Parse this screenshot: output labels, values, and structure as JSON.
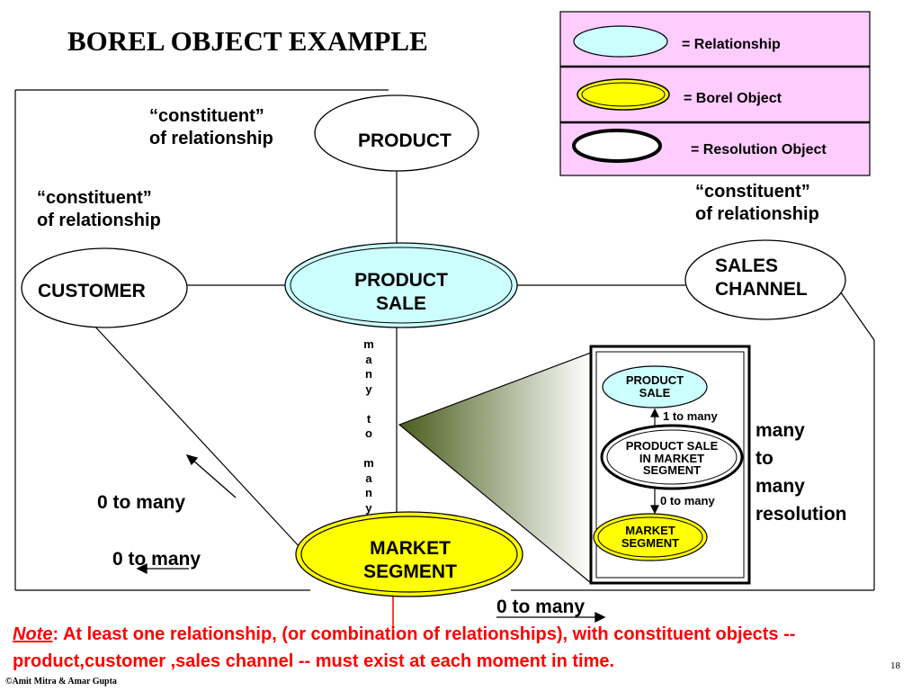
{
  "title": "BOREL OBJECT EXAMPLE",
  "legend": {
    "relationship": "= Relationship",
    "borel_object": "= Borel Object",
    "resolution_object": "= Resolution Object"
  },
  "colors": {
    "relationship_fill": "#ccffff",
    "borel_fill": "#ffff00",
    "legend_bg": "#ffccff",
    "note_text": "#ff0000",
    "arrow": "#ff0000"
  },
  "nodes": {
    "product": "PRODUCT",
    "customer": "CUSTOMER",
    "sales_channel_line1": "SALES",
    "sales_channel_line2": "CHANNEL",
    "product_sale_line1": "PRODUCT",
    "product_sale_line2": "SALE",
    "market_segment_line1": "MARKET",
    "market_segment_line2": "SEGMENT"
  },
  "constituent_labels": {
    "top_line1": "“constituent”",
    "top_line2": "of relationship",
    "left_line1": "“constituent”",
    "left_line2": "of relationship",
    "right_line1": "“constituent”",
    "right_line2": "of relationship"
  },
  "cardinality": {
    "left_upper": "0 to many",
    "left_lower": "0 to many",
    "bottom": "0 to many",
    "vertical_letters": [
      "m",
      "a",
      "n",
      "y",
      "",
      "t",
      "o",
      "",
      "m",
      "a",
      "n",
      "y"
    ]
  },
  "resolution_panel": {
    "product_sale_line1": "PRODUCT",
    "product_sale_line2": "SALE",
    "one_to_many": "1 to many",
    "psims_line1": "PRODUCT SALE",
    "psims_line2": "IN MARKET",
    "psims_line3": "SEGMENT",
    "zero_to_many": "0 to many",
    "market_segment_line1": "MARKET",
    "market_segment_line2": "SEGMENT"
  },
  "many_to_many_resolution": {
    "line1": "many",
    "line2": "to",
    "line3": "many",
    "line4": "resolution"
  },
  "note": {
    "label": "Note",
    "colon": ":",
    "text": " At least one relationship, (or combination of relationships), with constituent objects -- product,customer ,sales channel --  must exist at each  moment in time."
  },
  "footer": "©Amit Mitra & Amar Gupta",
  "slide_number": "18"
}
